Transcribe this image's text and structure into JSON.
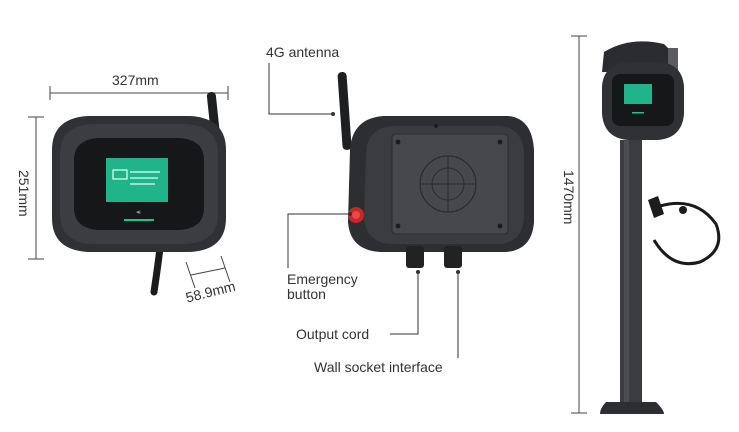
{
  "dimensions": {
    "width": "327mm",
    "height": "251mm",
    "depth": "58.9mm",
    "pole_height": "1470mm"
  },
  "callouts": {
    "antenna": "4G antenna",
    "emergency_line1": "Emergency",
    "emergency_line2": "button",
    "output_cord": "Output cord",
    "wall_socket": "Wall socket interface"
  },
  "colors": {
    "body": "#2b2d30",
    "screen": "#1fb48a",
    "emergency": "#c62828"
  }
}
